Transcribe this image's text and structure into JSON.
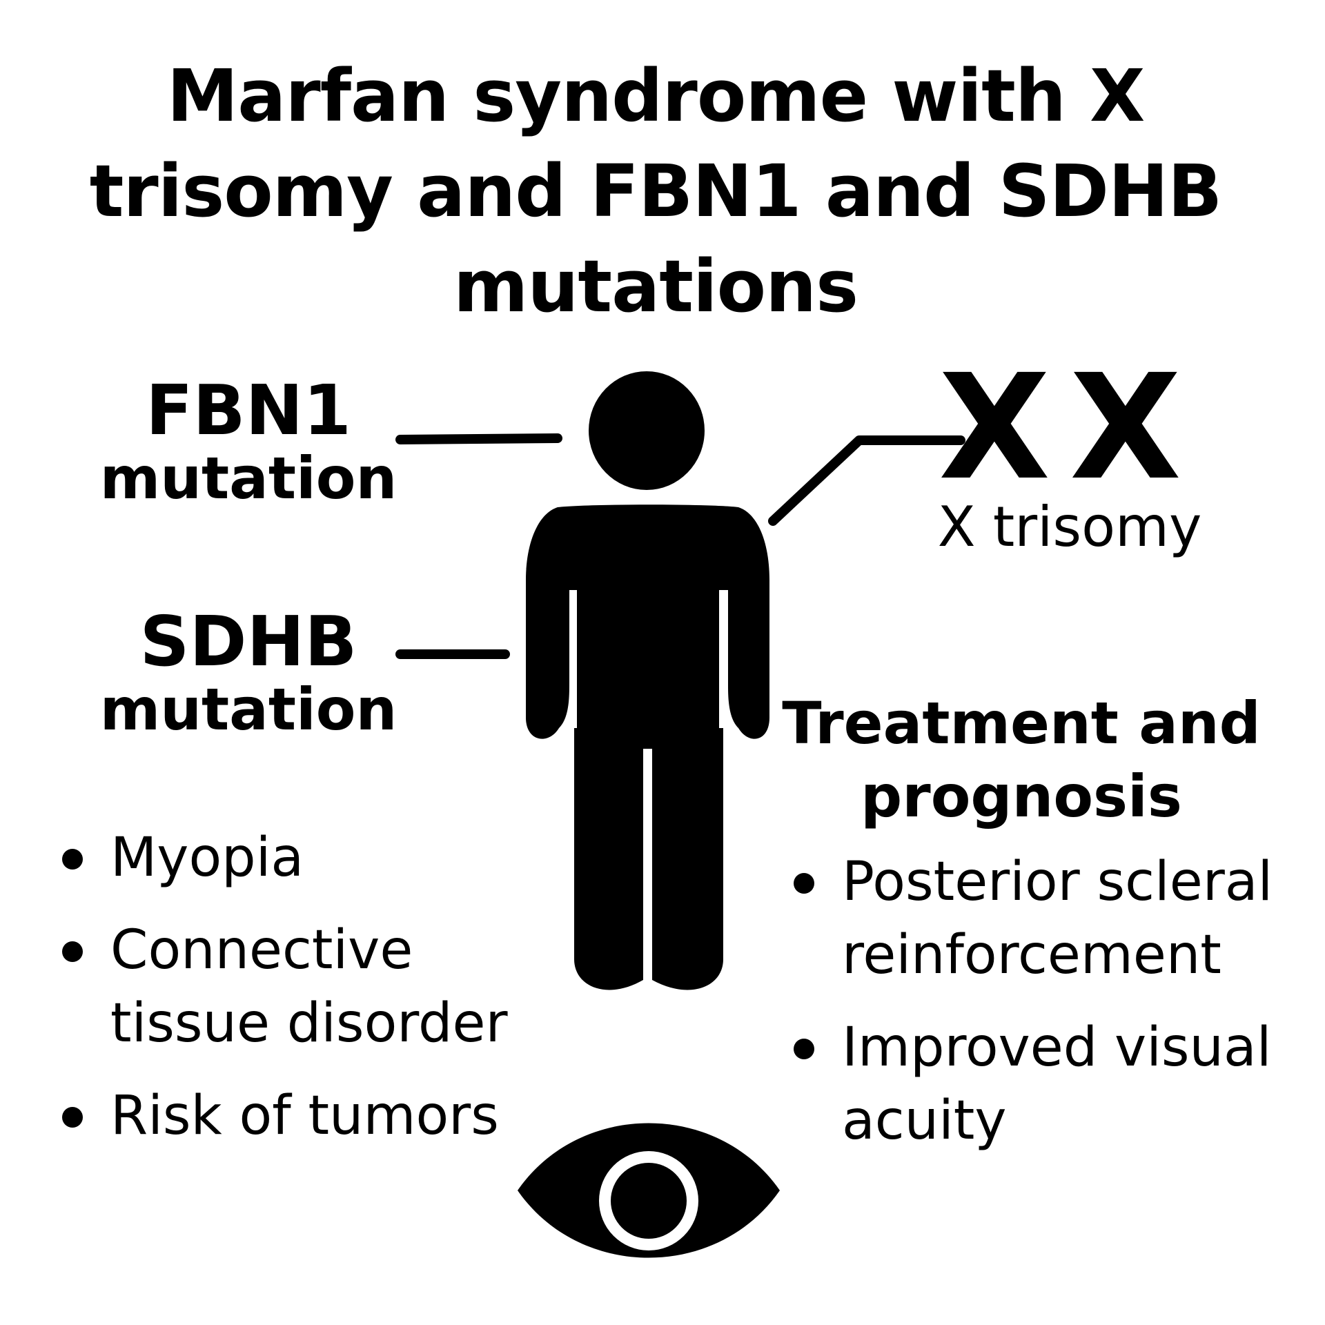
{
  "title": {
    "line1": "Marfan syndrome with X",
    "line2": "trisomy and FBN1 and SDHB",
    "line3": "mutations"
  },
  "labels": {
    "fbn1": {
      "head": "FBN1",
      "sub": "mutation"
    },
    "sdhb": {
      "head": "SDHB",
      "sub": "mutation"
    },
    "xx": {
      "glyph": "XX",
      "sub": "X trisomy"
    }
  },
  "symptoms": [
    "Myopia",
    "Connective tissue disorder",
    "Risk of tumors"
  ],
  "treatment": {
    "heading": "Treatment and prognosis",
    "items": [
      "Posterior scleral reinforcement",
      "Improved visual acuity"
    ]
  },
  "icons": {
    "figure": "person-icon",
    "eye": "eye-icon"
  },
  "colors": {
    "ink": "#000000",
    "background": "#ffffff"
  }
}
